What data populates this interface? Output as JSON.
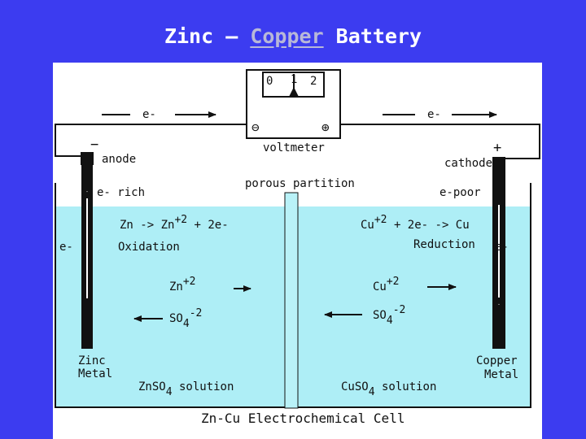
{
  "slide": {
    "title_before": "Zinc – ",
    "title_underlined": "Copper",
    "title_after": " Battery"
  },
  "meter": {
    "scale": [
      "0",
      "1",
      "2"
    ],
    "minus": "⊖",
    "plus": "⊕",
    "label": "voltmeter"
  },
  "wire": {
    "electron_left": "e-",
    "electron_right": "e-"
  },
  "anode": {
    "sign": "−",
    "label": "anode",
    "state": "e- rich",
    "side_e": "e-",
    "metal_line1": "Zinc",
    "metal_line2": "Metal"
  },
  "cathode": {
    "sign": "+",
    "label": "cathode",
    "state": "e-poor",
    "side_e": "e-",
    "metal_line1": "Copper",
    "metal_line2": "Metal"
  },
  "partition": {
    "label": "porous partition"
  },
  "left_half": {
    "reaction_a": "Zn -> Zn",
    "reaction_charge": "+2",
    "reaction_b": " + 2e-",
    "process": "Oxidation",
    "ion1": "Zn",
    "ion1_charge": "+2",
    "ion2": "SO",
    "ion2_sub": "4",
    "ion2_charge": "-2",
    "solution_a": "ZnSO",
    "solution_sub": "4",
    "solution_b": " solution"
  },
  "right_half": {
    "reaction_a": "Cu",
    "reaction_charge": "+2",
    "reaction_b": " + 2e- -> Cu",
    "process": "Reduction",
    "ion1": "Cu",
    "ion1_charge": "+2",
    "ion2": "SO",
    "ion2_sub": "4",
    "ion2_charge": "-2",
    "solution_a": "CuSO",
    "solution_sub": "4",
    "solution_b": " solution"
  },
  "caption": "Zn-Cu Electrochemical Cell",
  "colors": {
    "background": "#3c3cf0",
    "solution": "#aeeef6",
    "electrode": "#111111"
  }
}
